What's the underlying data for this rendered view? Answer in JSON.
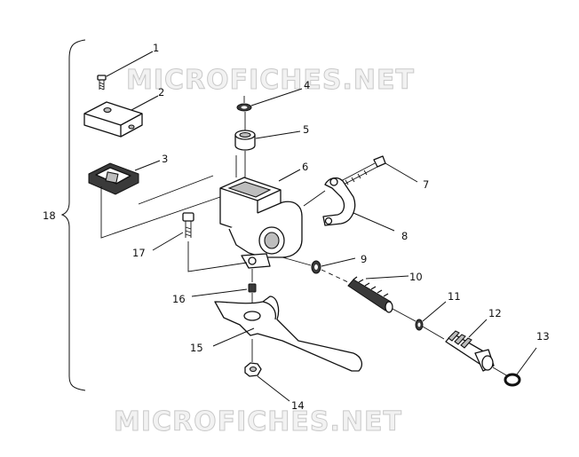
{
  "watermark": {
    "top": "MICROFICHES.NET",
    "bottom": "MICROFICHES.NET"
  },
  "assembly_label": "18",
  "callouts": {
    "c1": "1",
    "c2": "2",
    "c3": "3",
    "c4": "4",
    "c5": "5",
    "c6": "6",
    "c7": "7",
    "c8": "8",
    "c9": "9",
    "c10": "10",
    "c11": "11",
    "c12": "12",
    "c13": "13",
    "c14": "14",
    "c15": "15",
    "c16": "16",
    "c17": "17"
  }
}
